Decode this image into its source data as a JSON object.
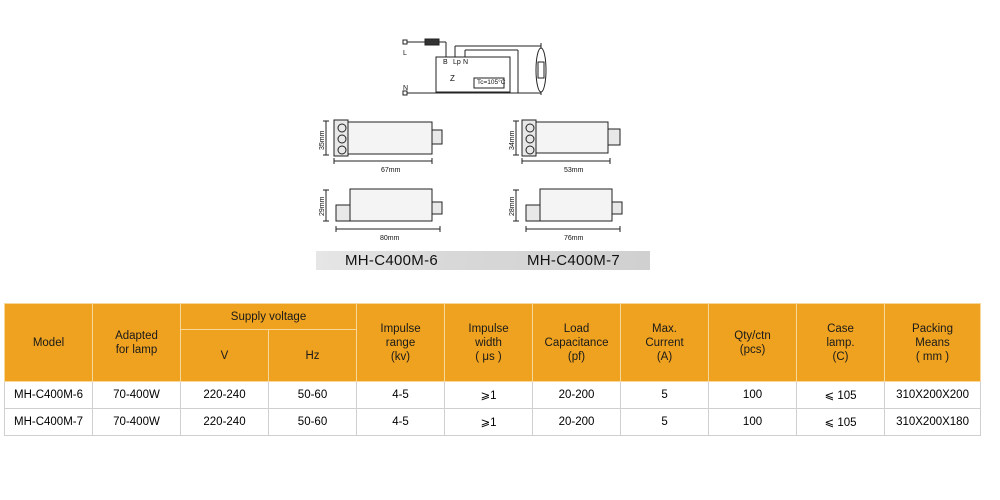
{
  "wiring": {
    "L": "L",
    "N": "N",
    "B": "B",
    "Lp": "Lp",
    "Nt": "N",
    "Z": "Z",
    "tc": "Tc=105°C"
  },
  "drawings": {
    "m6_top_height": "35mm",
    "m6_top_width": "67mm",
    "m6_side_height": "29mm",
    "m6_side_width": "80mm",
    "m7_top_height": "34mm",
    "m7_top_width": "53mm",
    "m7_side_height": "28mm",
    "m7_side_width": "76mm"
  },
  "models": {
    "left": "MH-C400M-6",
    "right": "MH-C400M-7"
  },
  "table": {
    "headers": {
      "model": "Model",
      "adapted_1": "Adapted",
      "adapted_2": "for lamp",
      "supply": "Supply voltage",
      "v": "V",
      "hz": "Hz",
      "impulse_range_1": "Impulse",
      "impulse_range_2": "range",
      "impulse_range_3": "(kv)",
      "impulse_width_1": "Impulse",
      "impulse_width_2": "width",
      "impulse_width_3": "( μs )",
      "load_1": "Load",
      "load_2": "Capacitance",
      "load_3": "(pf)",
      "max_1": "Max.",
      "max_2": "Current",
      "max_3": "(A)",
      "qty_1": "Qty/ctn",
      "qty_2": "(pcs)",
      "case_1": "Case",
      "case_2": "lamp.",
      "case_3": "(C)",
      "pack_1": "Packing",
      "pack_2": "Means",
      "pack_3": "( mm )"
    },
    "rows": [
      {
        "model": "MH-C400M-6",
        "lamp": "70-400W",
        "v": "220-240",
        "hz": "50-60",
        "kv": "4-5",
        "us": "⩾1",
        "pf": "20-200",
        "a": "5",
        "qty": "100",
        "case": "⩽ 105",
        "pack": "310X200X200"
      },
      {
        "model": "MH-C400M-7",
        "lamp": "70-400W",
        "v": "220-240",
        "hz": "50-60",
        "kv": "4-5",
        "us": "⩾1",
        "pf": "20-200",
        "a": "5",
        "qty": "100",
        "case": "⩽ 105",
        "pack": "310X200X180"
      }
    ]
  }
}
